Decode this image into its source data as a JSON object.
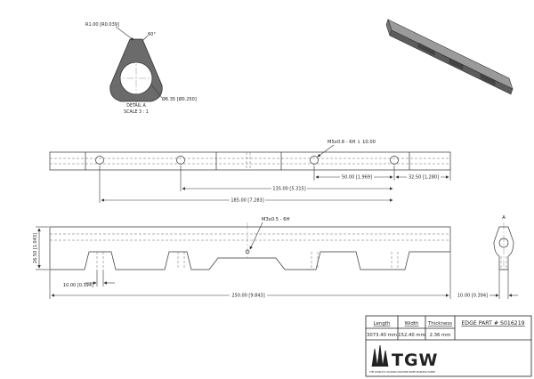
{
  "detail": {
    "radius_note": "R1.00 [R0.039]",
    "angle_note": "60°",
    "hole_note": "Ø6.35 [Ø0.250]",
    "title": "DETAIL  A",
    "scale": "SCALE 3 : 1"
  },
  "top_view": {
    "hole_callout": "M5x0.8 - 6H ⇓ 10.00",
    "dim_50": "50.00 [1.969]",
    "dim_32": "32.50 [1.280]",
    "dim_135": "135.00 [5.315]",
    "dim_185": "185.00 [7.283]"
  },
  "front_view": {
    "hole_callout": "M3x0.5 - 6H",
    "height_dim": "26.50 [1.043]",
    "dim_10": "10.00 [0.394]",
    "dim_250": "250.00 [9.843]"
  },
  "side_view": {
    "label": "A",
    "width_dim": "10.00 [0.394]"
  },
  "title_block": {
    "length_header": "Length",
    "width_header": "Width",
    "thickness_header": "Thickness",
    "length_value": "3073.40 mm",
    "width_value": "152.40 mm",
    "thickness_value": "2.36 mm",
    "part_number": "EDGE PART # S016219",
    "logo_text": "TGW",
    "logo_tagline": "THE WORLD'S LEADING MACHINE KNIFE MANUFACTURER"
  }
}
